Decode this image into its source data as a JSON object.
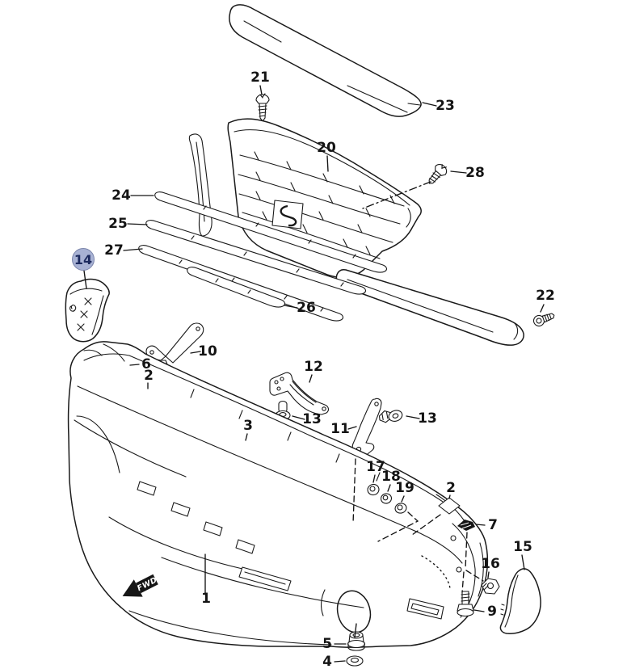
{
  "diagram": {
    "type": "exploded-parts-diagram",
    "subject": "front bumper and radiator grille assembly",
    "fwd_marker": "FWD",
    "selected_part": "14",
    "colors": {
      "line": "#1a1a1a",
      "background": "#ffffff",
      "highlight_fill": "#a8b2d4",
      "highlight_stroke": "#7b85ab",
      "highlight_text": "#1c2a5e"
    },
    "callouts": {
      "c1": "1",
      "c2a": "2",
      "c2b": "2",
      "c3": "3",
      "c4": "4",
      "c5": "5",
      "c6": "6",
      "c7": "7",
      "c9": "9",
      "c10": "10",
      "c11": "11",
      "c12": "12",
      "c13a": "13",
      "c13b": "13",
      "c14": "14",
      "c15": "15",
      "c16": "16",
      "c17": "17",
      "c18": "18",
      "c19": "19",
      "c20": "20",
      "c21": "21",
      "c22": "22",
      "c23": "23",
      "c24": "24",
      "c25": "25",
      "c26": "26",
      "c27": "27",
      "c28": "28"
    }
  }
}
